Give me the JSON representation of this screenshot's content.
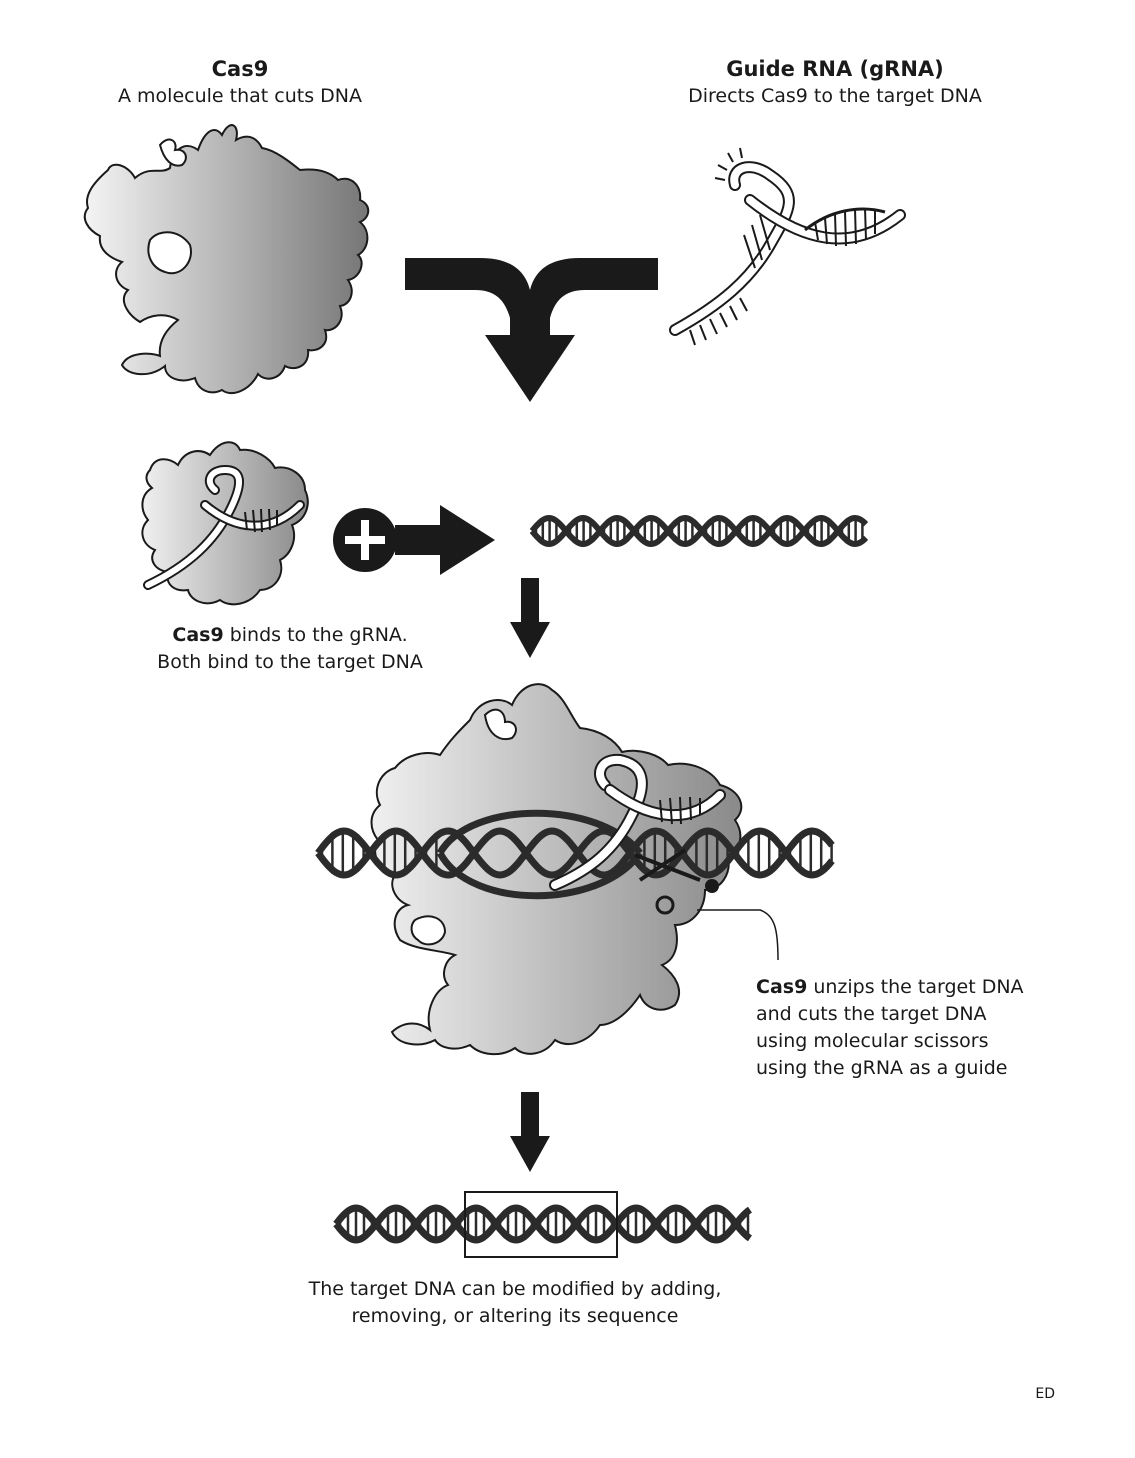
{
  "cas9": {
    "title": "Cas9",
    "subtitle": "A molecule that cuts DNA"
  },
  "grna": {
    "title": "Guide RNA (gRNA)",
    "subtitle": "Directs Cas9 to the target DNA"
  },
  "step2": {
    "bold": "Cas9",
    "line1_rest": " binds to the gRNA.",
    "line2": "Both bind to the target DNA"
  },
  "step3": {
    "bold": "Cas9",
    "line1_rest": " unzips the target DNA",
    "line2": "and cuts the target DNA",
    "line3": "using molecular scissors",
    "line4": "using the gRNA as a guide"
  },
  "step4": {
    "line1": "The target DNA can be modified by adding,",
    "line2": "removing, or altering its sequence"
  },
  "footer": "ED",
  "colors": {
    "ink": "#1a1a1a",
    "protein_light": "#f2f2f2",
    "protein_dark": "#7a7a7a",
    "dna": "#2b2b2b"
  }
}
